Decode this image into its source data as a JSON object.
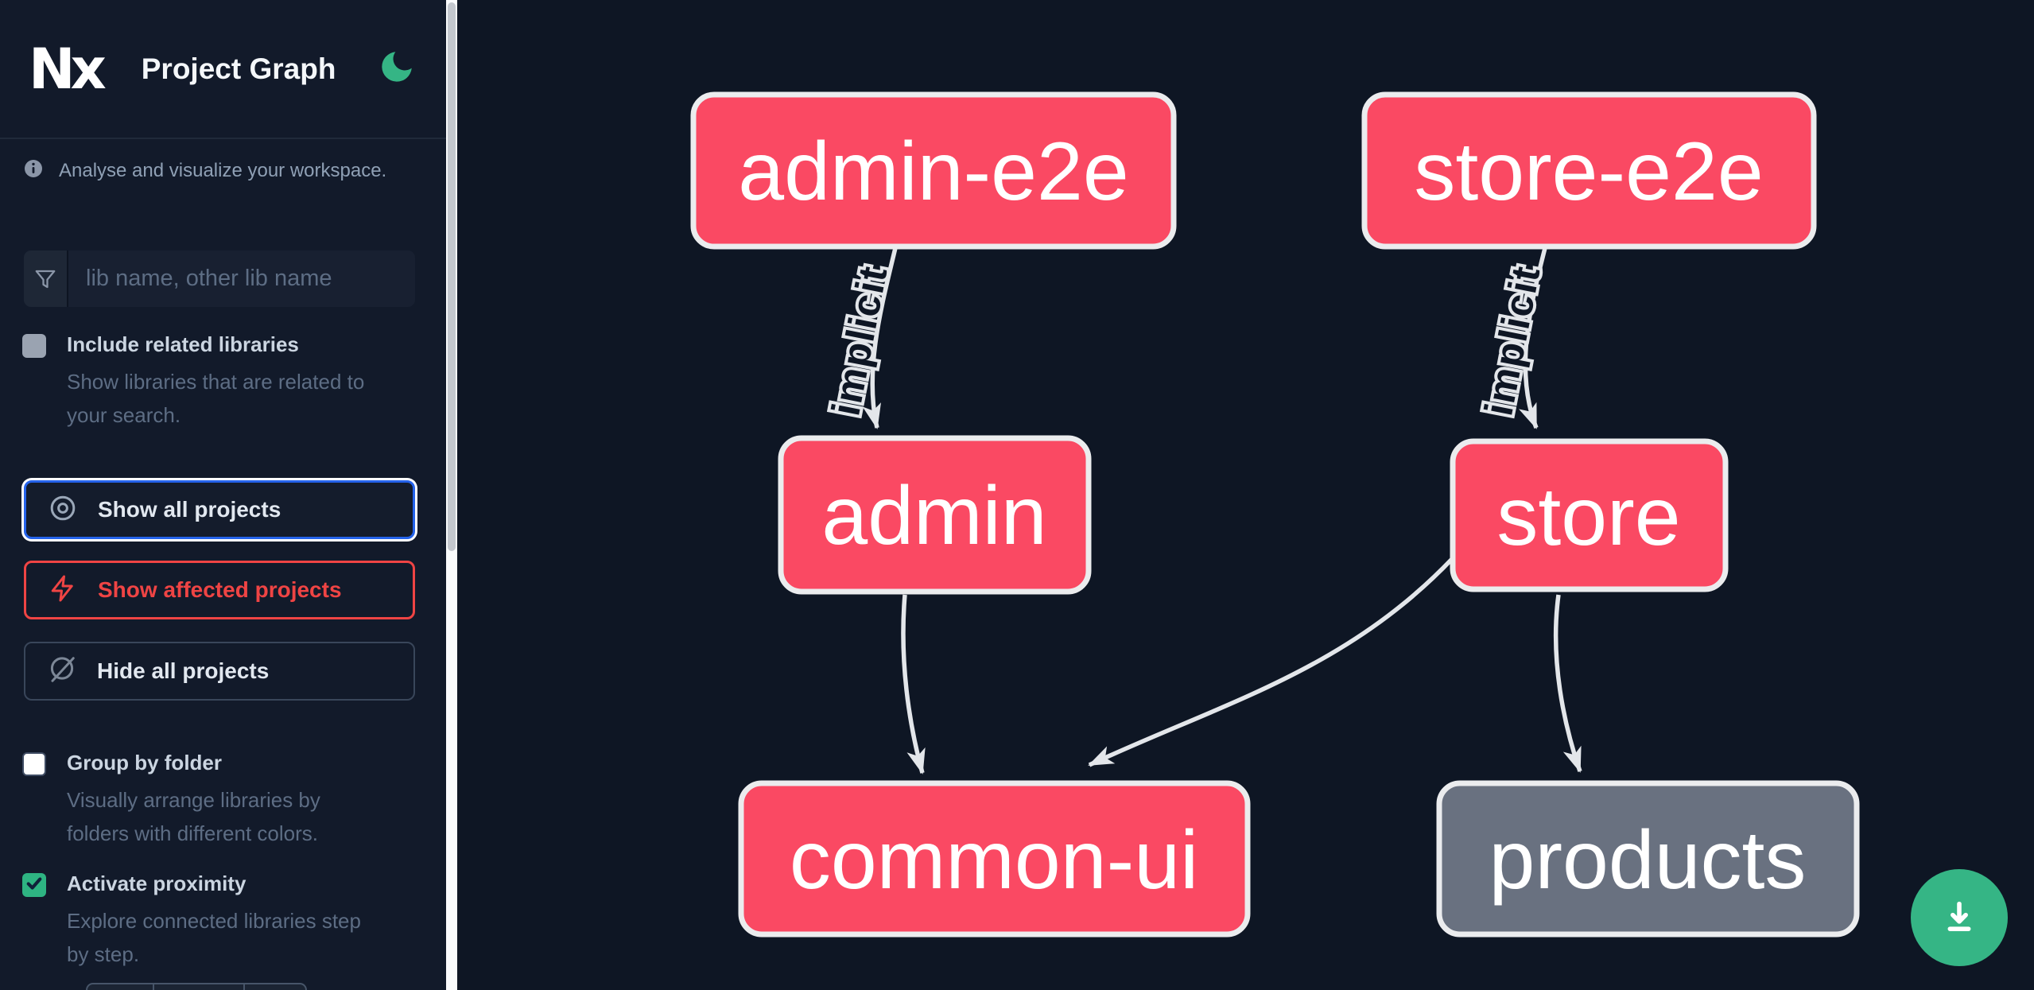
{
  "header": {
    "logo_text": "Nx",
    "title": "Project Graph",
    "theme_icon": "moon-icon"
  },
  "sidebar": {
    "tagline": "Analyse and visualize your workspace.",
    "search": {
      "placeholder": "lib name, other lib name"
    },
    "toggles": [
      {
        "label": "Include related libraries",
        "description": "Show libraries that are related to\nyour search.",
        "checked": false
      },
      {
        "label": "Group by folder",
        "description": "Visually arrange libraries by\nfolders with different colors.",
        "checked": false
      },
      {
        "label": "Activate proximity",
        "description": "Explore connected libraries step\nby step.",
        "checked": true
      }
    ],
    "focus_buttons": [
      {
        "label": "Show all projects",
        "icon": "eye-icon",
        "state": "focused"
      },
      {
        "label": "Show affected projects",
        "icon": "bolt-icon",
        "state": "affected"
      },
      {
        "label": "Hide all projects",
        "icon": "eye-off-icon",
        "state": "default"
      }
    ]
  },
  "graph": {
    "nodes": [
      {
        "id": "admin-e2e",
        "label": "admin-e2e",
        "color": "pink"
      },
      {
        "id": "store-e2e",
        "label": "store-e2e",
        "color": "pink"
      },
      {
        "id": "admin",
        "label": "admin",
        "color": "pink"
      },
      {
        "id": "store",
        "label": "store",
        "color": "pink"
      },
      {
        "id": "common-ui",
        "label": "common-ui",
        "color": "pink"
      },
      {
        "id": "products",
        "label": "products",
        "color": "gray"
      }
    ],
    "edges": [
      {
        "from": "admin-e2e",
        "to": "admin",
        "label": "implicit"
      },
      {
        "from": "store-e2e",
        "to": "store",
        "label": "implicit"
      },
      {
        "from": "admin",
        "to": "common-ui",
        "label": ""
      },
      {
        "from": "store",
        "to": "common-ui",
        "label": ""
      },
      {
        "from": "store",
        "to": "products",
        "label": ""
      }
    ]
  },
  "fab": {
    "icon": "download-icon"
  },
  "colors": {
    "node_pink": "#fa4963",
    "node_gray": "#697180",
    "node_border": "#ebecee",
    "edge": "#e3e6ea",
    "accent_green": "#35b585",
    "focus_blue": "#2563eb",
    "affected_red": "#ef4444",
    "sidebar_bg": "#121a2a",
    "canvas_bg": "#0e1624"
  }
}
